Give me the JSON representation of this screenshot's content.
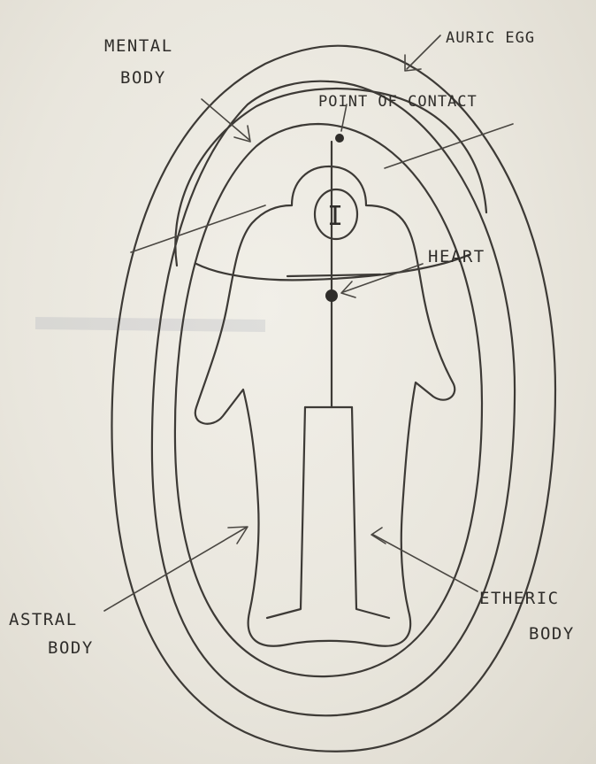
{
  "labels": {
    "mental_body_line1": "MENTAL",
    "mental_body_line2": "BODY",
    "auric_egg": "AURIC EGG",
    "point_of_contact": "POINT OF CONTACT",
    "heart": "HEART",
    "head_symbol": "I",
    "astral_body_line1": "ASTRAL",
    "astral_body_line2": "BODY",
    "etheric_body_line1": "ETHERIC",
    "etheric_body_line2": "BODY"
  },
  "colors": {
    "paper": "#e9e6dd",
    "pencil": "#3d3a36",
    "smudge": "#8b8fa6"
  }
}
